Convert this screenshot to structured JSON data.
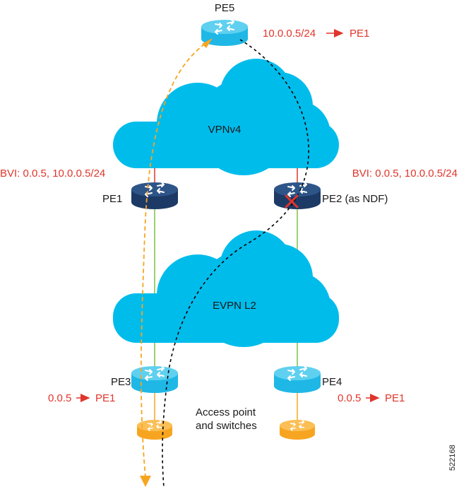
{
  "clouds": {
    "vpnv4": "VPNv4",
    "evpn": "EVPN L2"
  },
  "routers": {
    "pe5": "PE5",
    "pe1": "PE1",
    "pe2": "PE2 (as NDF)",
    "pe3": "PE3",
    "pe4": "PE4"
  },
  "annotations": {
    "pe5_route_prefix": "10.0.0.5/24",
    "pe5_route_target": "PE1",
    "bvi_left": "BVI: 0.0.5, 10.0.0.5/24",
    "bvi_right": "BVI: 0.0.5, 10.0.0.5/24",
    "pe3_mac_prefix": "0.0.5",
    "pe3_mac_target": "PE1",
    "pe4_mac_prefix": "0.0.5",
    "pe4_mac_target": "PE1",
    "access_line1": "Access point",
    "access_line2": "and switches"
  },
  "figure_id": "522168",
  "colors": {
    "cloud": "#00bceb",
    "router_light": "#1fb8e6",
    "router_dark": "#1d3a66",
    "router_orange": "#f7a521",
    "label_red": "#e0352b",
    "link_red": "#e0352b",
    "link_green": "#7cc242",
    "link_orange": "#f7a521",
    "path_orange": "#f7a521",
    "path_black": "#000000"
  },
  "icons": {
    "router": "router-arrows-icon",
    "failure": "red-x-icon",
    "arrow": "right-arrow-icon"
  }
}
